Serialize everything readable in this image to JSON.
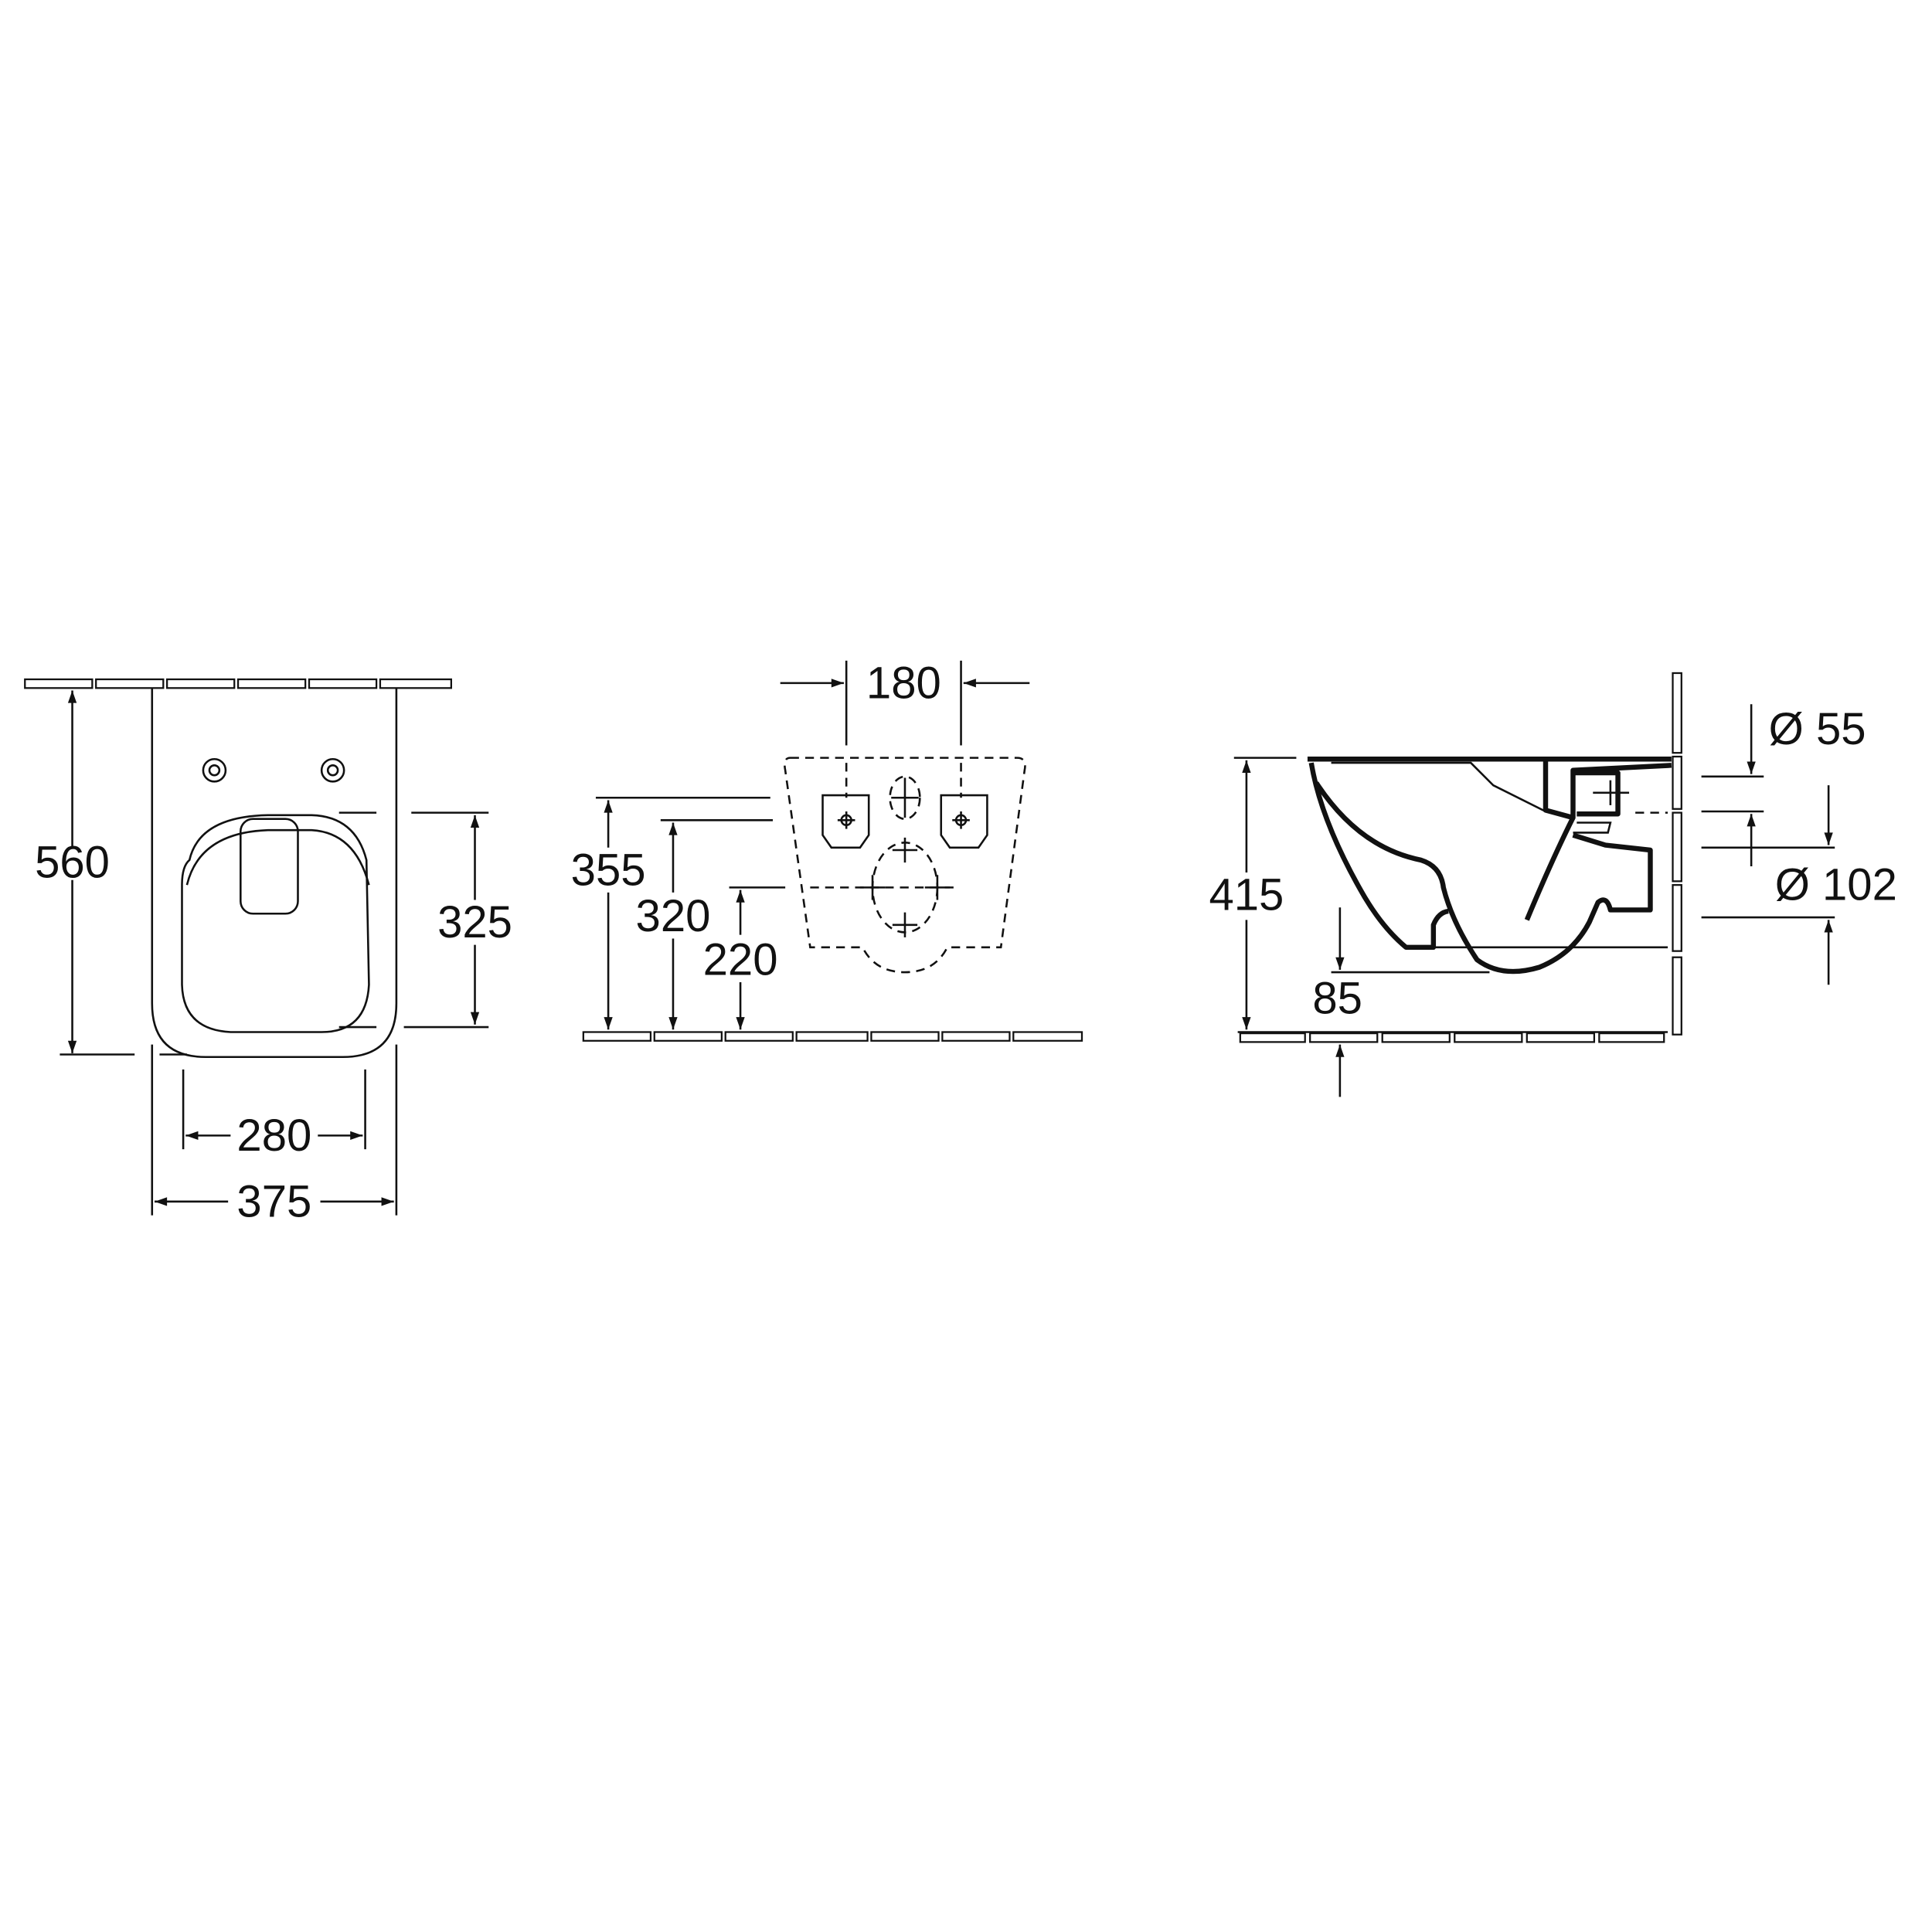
{
  "drawing": {
    "front_view": {
      "overall_depth": "560",
      "seat_length": "325",
      "inner_width": "280",
      "overall_width": "375"
    },
    "rear_view": {
      "bolt_spacing": "180",
      "height_top_outline": "355",
      "height_bolt_holes": "320",
      "height_pipe_center": "220"
    },
    "side_view": {
      "overall_height": "415",
      "trap_clearance": "85",
      "inlet_diameter": "Ø 55",
      "outlet_diameter": "Ø 102"
    }
  }
}
